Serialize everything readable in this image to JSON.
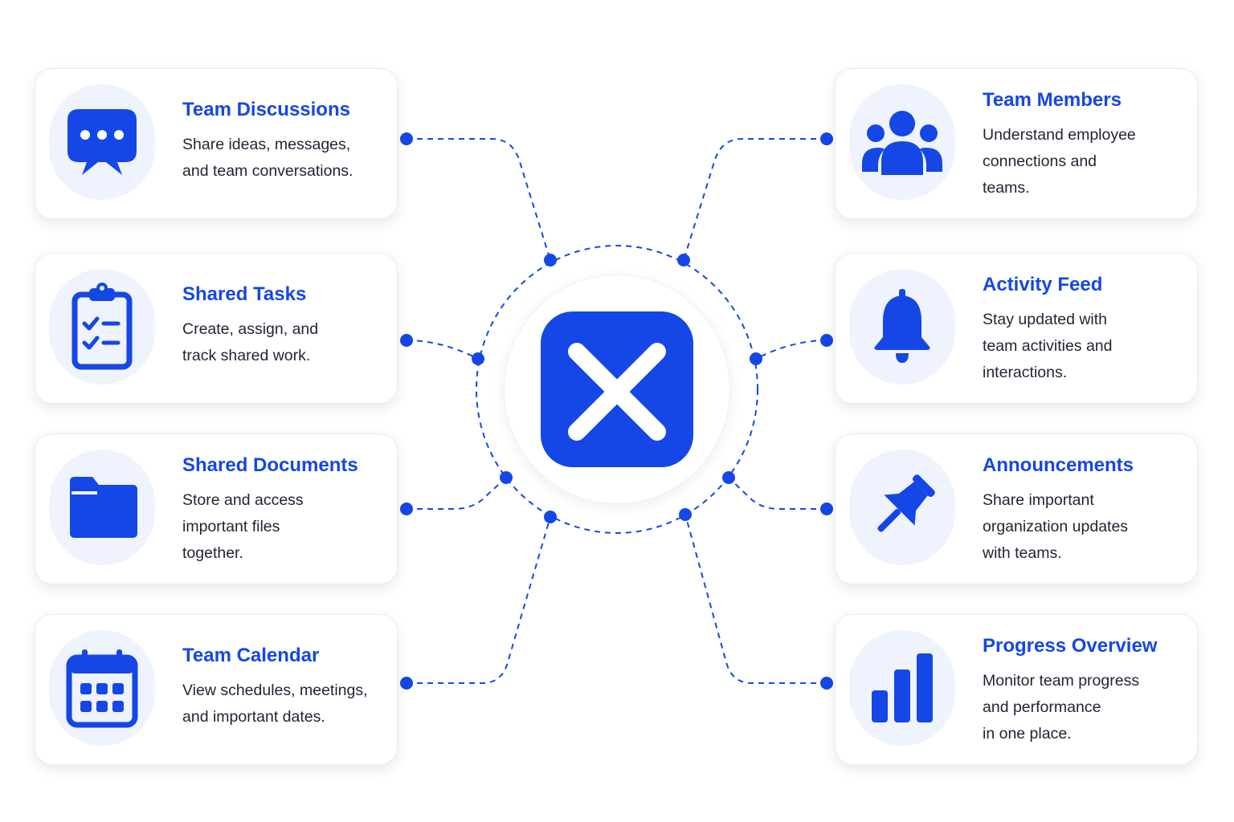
{
  "colors": {
    "accent": "#1447e6",
    "icon_bg": "#eef3fd",
    "text": "#1f2433",
    "card_bg": "#ffffff"
  },
  "hub": {
    "icon": "x-logo-icon"
  },
  "cards": {
    "team_discussions": {
      "title": "Team Discussions",
      "desc": [
        "Share ideas, messages,",
        "and team conversations."
      ],
      "icon": "chat-bubble-icon"
    },
    "shared_tasks": {
      "title": "Shared Tasks",
      "desc": [
        "Create, assign, and",
        "track shared work."
      ],
      "icon": "clipboard-checklist-icon"
    },
    "shared_documents": {
      "title": "Shared Documents",
      "desc": [
        "Store and access",
        "important files",
        "together."
      ],
      "icon": "folder-icon"
    },
    "team_calendar": {
      "title": "Team Calendar",
      "desc": [
        "View schedules, meetings,",
        "and important dates."
      ],
      "icon": "calendar-icon"
    },
    "team_members": {
      "title": "Team Members",
      "desc": [
        "Understand employee",
        "connections and",
        "teams."
      ],
      "icon": "people-group-icon"
    },
    "activity_feed": {
      "title": "Activity Feed",
      "desc": [
        "Stay updated with",
        "team activities and",
        "interactions."
      ],
      "icon": "bell-icon"
    },
    "announcements": {
      "title": "Announcements",
      "desc": [
        "Share important",
        "organization updates",
        "with teams."
      ],
      "icon": "pushpin-icon"
    },
    "progress_overview": {
      "title": "Progress Overview",
      "desc": [
        "Monitor team progress",
        "and performance",
        "in one place."
      ],
      "icon": "bar-chart-icon"
    }
  }
}
